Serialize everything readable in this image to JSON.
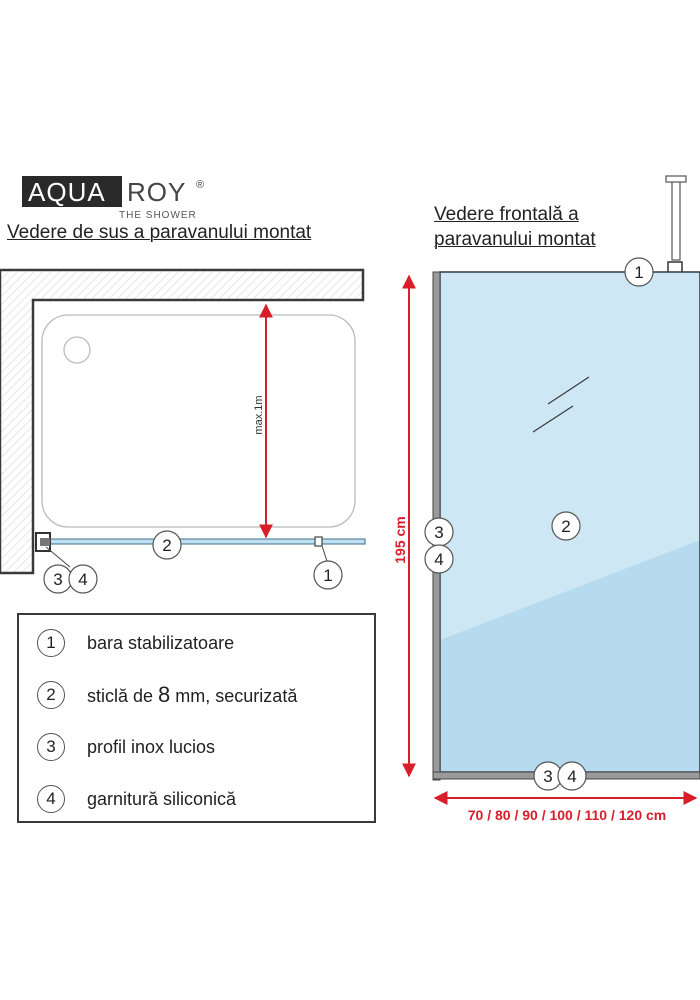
{
  "logo": {
    "text_left": "AQUA",
    "text_right": "ROY",
    "registered": "®",
    "tagline": "THE SHOWER"
  },
  "top_view": {
    "caption": "Vedere de sus a paravanului montat",
    "max_label": "max.1m",
    "callouts": [
      "2",
      "3",
      "4",
      "1"
    ]
  },
  "front_view": {
    "caption_line1": "Vedere frontală a",
    "caption_line2": "paravanului montat",
    "height_label": "195 cm",
    "width_label": "70 / 80 / 90 / 100 / 110 / 120 cm",
    "callouts": [
      "1",
      "2",
      "3",
      "4",
      "3",
      "4"
    ]
  },
  "legend": {
    "items": [
      {
        "num": "1",
        "text": "bara stabilizatoare"
      },
      {
        "num": "2",
        "pre": "sticlă de ",
        "big": "8",
        "post": " mm, securizată"
      },
      {
        "num": "3",
        "text": "profil inox lucios"
      },
      {
        "num": "4",
        "text": "garnitură siliconică"
      }
    ]
  },
  "colors": {
    "dimension_red": "#d81e2a",
    "glass": "#cde7f5",
    "glass_shade": "#b6dbee",
    "frame_gray": "#9a9a9a",
    "wall_outline": "#3a3a3a"
  }
}
